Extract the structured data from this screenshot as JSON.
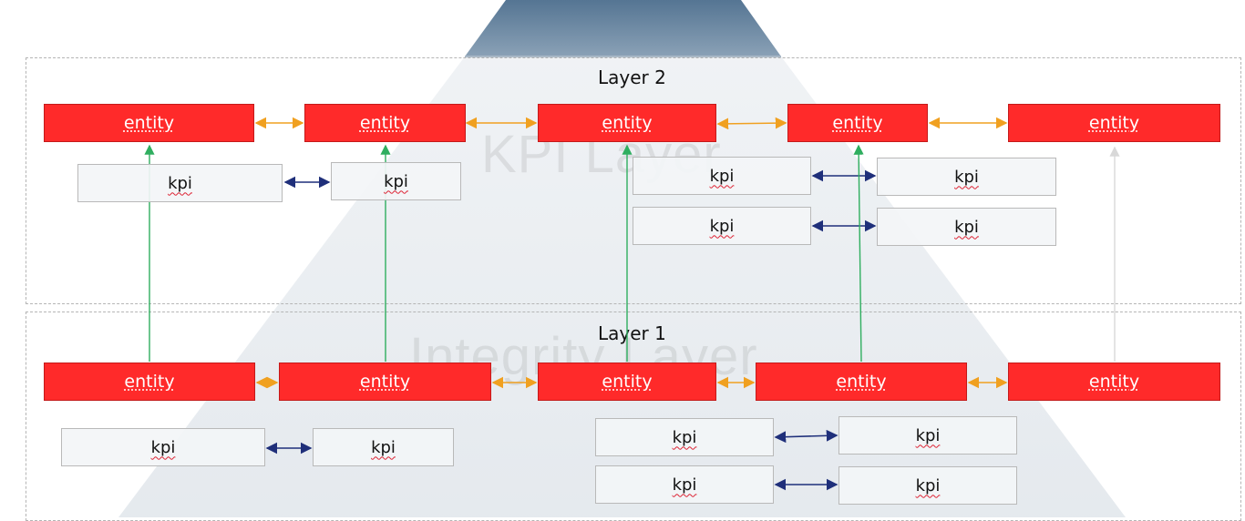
{
  "layer2": {
    "title": "Layer 2",
    "background_label": "KPI Layer",
    "entities": [
      "entity",
      "entity",
      "entity",
      "entity",
      "entity"
    ],
    "kpis": [
      "kpi",
      "kpi",
      "kpi",
      "kpi",
      "kpi",
      "kpi"
    ]
  },
  "layer1": {
    "title": "Layer 1",
    "background_label": "Integrity Layer",
    "entities": [
      "entity",
      "entity",
      "entity",
      "entity",
      "entity"
    ],
    "kpis": [
      "kpi",
      "kpi",
      "kpi",
      "kpi",
      "kpi",
      "kpi"
    ]
  },
  "colors": {
    "entity_fill": "#ff2a2a",
    "kpi_fill": "#f3f5f7",
    "entity_link": "#f0a020",
    "kpi_link": "#1f2f7a",
    "vertical_link": "#2fae5f",
    "pyramid_top": "#6f8aa3",
    "pyramid_body": "#e8ecf0"
  }
}
